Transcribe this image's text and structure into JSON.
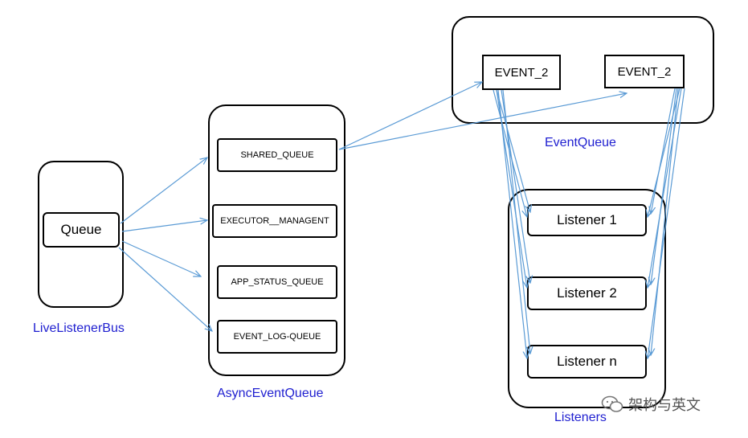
{
  "containers": {
    "live_listener_bus": "LiveListenerBus",
    "async_event_queue": "AsyncEventQueue",
    "event_queue": "EventQueue",
    "listeners": "Listeners"
  },
  "boxes": {
    "queue": "Queue",
    "shared_queue": "SHARED_QUEUE",
    "executor_management": "EXECUTOR__MANAGENT",
    "app_status_queue": "APP_STATUS_QUEUE",
    "event_log_queue": "EVENT_LOG-QUEUE",
    "event_1": "EVENT_2",
    "event_2": "EVENT_2",
    "listener_1": "Listener  1",
    "listener_2": "Listener  2",
    "listener_n": "Listener  n"
  },
  "watermark": "架构与英文",
  "colors": {
    "arrow": "#5b9bd5",
    "caption": "#1f1fd0",
    "stroke": "#000000"
  }
}
